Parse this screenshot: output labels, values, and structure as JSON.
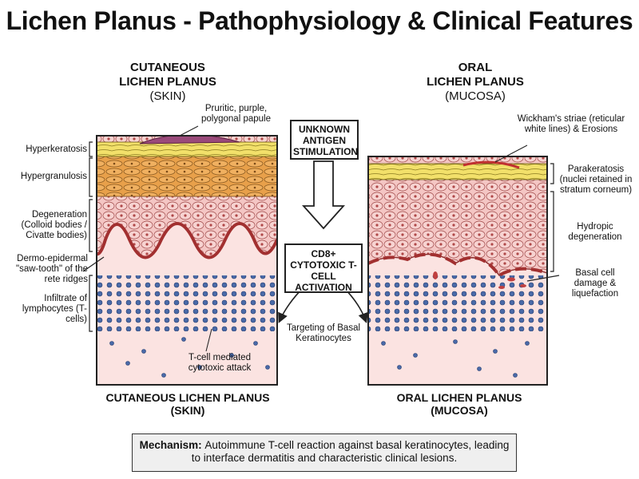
{
  "title": "Lichen Planus - Pathophysiology & Clinical Features",
  "left_panel": {
    "heading_line1": "CUTANEOUS",
    "heading_line2": "LICHEN PLANUS",
    "heading_sub": "(SKIN)",
    "callout_papule": "Pruritic, purple, polygonal papule",
    "labels": {
      "hyperkeratosis": "Hyperkeratosis",
      "hypergranulosis": "Hypergranulosis",
      "degeneration": "Degeneration (Colloid bodies / Civatte bodies)",
      "sawtooth": "Dermo-epidermal \"saw-tooth\" of the rete ridges",
      "infiltrate": "Infiltrate of lymphocytes (T-cells)",
      "attack": "T-cell mediated cytotoxic attack"
    },
    "footer_line1": "CUTANEOUS LICHEN PLANUS",
    "footer_line2": "(SKIN)"
  },
  "center": {
    "box1": "UNKNOWN ANTIGEN STIMULATION",
    "box2": "CD8+ CYTOTOXIC T-CELL ACTIVATION",
    "targeting": "Targeting of Basal Keratinocytes"
  },
  "right_panel": {
    "heading_line1": "ORAL",
    "heading_line2": "LICHEN PLANUS",
    "heading_sub": "(MUCOSA)",
    "callout_striae": "Wickham's striae (reticular white lines) & Erosions",
    "labels": {
      "parakeratosis": "Parakeratosis (nuclei retained in stratum corneum)",
      "hydropic": "Hydropic degeneration",
      "basal": "Basal cell damage & liquefaction"
    },
    "footer_line1": "ORAL LICHEN PLANUS",
    "footer_line2": "(MUCOSA)"
  },
  "mechanism": {
    "bold": "Mechanism:",
    "text": "Autoimmune T-cell reaction against basal keratinocytes, leading to interface dermatitis and characteristic clinical lesions."
  },
  "colors": {
    "keratin": "#f2e06a",
    "granular": "#e8a04a",
    "spinous": "#f4c6c4",
    "dermis": "#fbe3e1",
    "lymphocyte": "#4a6aa8",
    "outline": "#222222"
  }
}
